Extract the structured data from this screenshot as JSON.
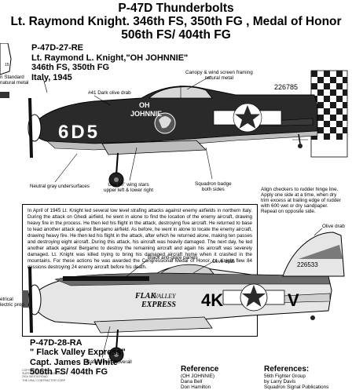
{
  "header": {
    "line1": "P-47D Thunderbolts",
    "line2": "Lt. Raymond Knight. 346th FS, 350th FG , Medal of Honor",
    "line3": "506th FS/ 404th FG"
  },
  "aircraft1": {
    "title": [
      "P-47D-27-RE",
      "Lt. Raymond L. Knight,\"OH JOHNNIE\"",
      "346th FS, 350th FG",
      "Italy, 1945"
    ],
    "serial": "226785",
    "code": "6D5",
    "nose_art": [
      "OH",
      "JOHNNIE"
    ],
    "callouts": {
      "canopy": [
        "Canopy & wind screen framing",
        "natural metal"
      ],
      "dark_olive": "#41 Dark olive drab",
      "standard": [
        "n Standard",
        "natural metal"
      ],
      "undersurfaces": "Neutral gray undersurfaces",
      "stars": [
        "Use 40\" wing stars",
        "upper left & lower right"
      ],
      "badge": [
        "Squadron badge",
        "both sides"
      ],
      "checkers": [
        "Align checkers to rudder hinge line.",
        "Apply one side at a time, when dry",
        "trim excess at trailing edge of rudder",
        "with 600 wet or dry sandpaper.",
        "Repeat on opposite side."
      ]
    },
    "small_label": "15"
  },
  "story": "In April of 1945 Lt. Knight led several low level strafing attacks against enemy airfields in northern Italy. During the attack on Ghedi airfield, he went in alone to find the location of the enemy aircraft, drawing heavy fire in the process. He then led his flight in the attack, destroying five aircraft. He returned to base to lead another attack against Bergamo airfield. As before, he went in alone to locate the enemy aircraft, drawing heavy fire. He then led his flight in the attack, after which he returned alone, making ten passes and destroying eight aircraft. During this attack, his aircraft was heavily damaged. The next day, he led another attack against Bergamo to destroy the remaining aircraft and again his aircraft was severely damaged. Lt. Knight was killed trying to bring his damaged aircraft home when it crashed in the mountains. For these actions he was awarded the Congressional Medal of Honor. Lt. Knight flew 84 missions destroying 24 enemy aircraft before his death.",
  "aircraft2": {
    "title": [
      "P-47D-28-RA",
      "\" Flack Valley Express\"",
      "Capt. James B. White",
      "506th FS/ 404th FG"
    ],
    "serial": "226533",
    "code_left": "4K",
    "code_right": "V",
    "nose_art": [
      "FLAK",
      "VALLEY",
      "EXPRESS"
    ],
    "callouts": {
      "olive_top": "Olive drab",
      "antiglare": "Black anti-glare panels",
      "olive_mid": "Olive drab",
      "electric": [
        "etrical",
        "lectric prop"
      ],
      "natural": "Natural metal overall"
    }
  },
  "references": {
    "ref1_title": "Reference",
    "ref1_sub": "(OH JOHNNIE)",
    "ref1_lines": [
      "Dana Bell",
      "Don Hamilton"
    ],
    "ref2_title": "References:",
    "ref2_lines": [
      "56th Fighter Group",
      "by Larry Davis",
      "Squadron Signal Publications"
    ],
    "fine_print": [
      "COPYRIGHT © 1994",
      "SUPERSCALE INTERNATIONAL",
      "2910 SIESTA ROAD",
      "THE USA / CONTRACTOR CORP"
    ]
  }
}
